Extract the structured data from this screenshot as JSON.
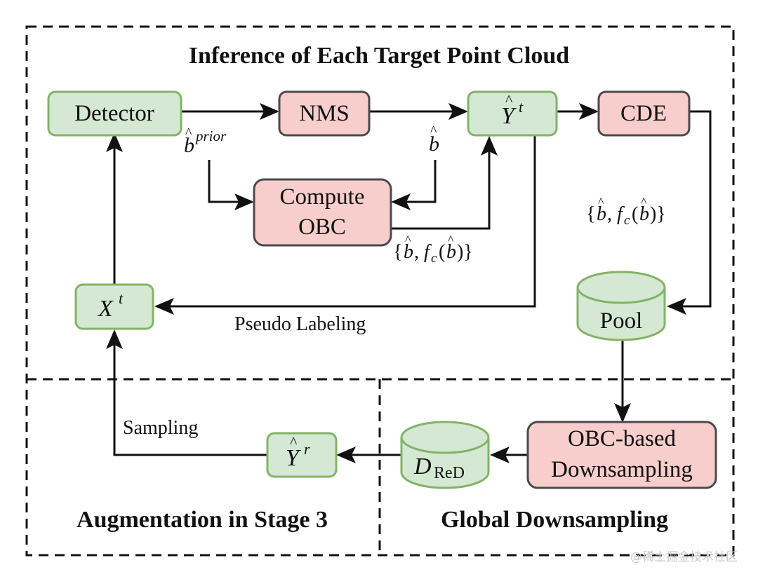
{
  "regions": {
    "inference": {
      "title": "Inference of Each Target Point Cloud"
    },
    "augmentation": {
      "title": "Augmentation in Stage 3"
    },
    "global": {
      "title": "Global Downsampling"
    }
  },
  "nodes": {
    "detector": {
      "label": "Detector",
      "color": "#d5e8d4"
    },
    "nms": {
      "label": "NMS",
      "color": "#f8cecc"
    },
    "y_hat_t": {
      "base": "Y",
      "hat": "^",
      "sup": "t",
      "color": "#d5e8d4"
    },
    "cde": {
      "label": "CDE",
      "color": "#f8cecc"
    },
    "compute_obc": {
      "line1": "Compute",
      "line2": "OBC",
      "color": "#f8cecc"
    },
    "x_t": {
      "base": "X",
      "sup": "t",
      "color": "#d5e8d4"
    },
    "pool": {
      "label": "Pool",
      "color": "#d5e8d4"
    },
    "obc_downsampling": {
      "line1": "OBC-based",
      "line2": "Downsampling",
      "color": "#f8cecc"
    },
    "d_red": {
      "base": "D",
      "sub": "ReD",
      "color": "#d5e8d4"
    },
    "y_hat_r": {
      "base": "Y",
      "hat": "^",
      "sup": "r",
      "color": "#d5e8d4"
    }
  },
  "edge_labels": {
    "b_prior": {
      "base": "b",
      "hat": "^",
      "sup": "prior"
    },
    "b_hat": {
      "base": "b",
      "hat": "^"
    },
    "set_obc": "{b̂, f_c(b̂)}",
    "set_obc_parts": {
      "open": "{",
      "b": "b",
      "comma": ",",
      "f": "f",
      "c": "c",
      "paren_open": "(",
      "b2": "b",
      "close": ")}"
    },
    "set_cde": "{b̂, f_c(b̂)}",
    "pseudo_labeling": "Pseudo Labeling",
    "sampling": "Sampling"
  },
  "watermark": "@稀土掘金技术社区"
}
